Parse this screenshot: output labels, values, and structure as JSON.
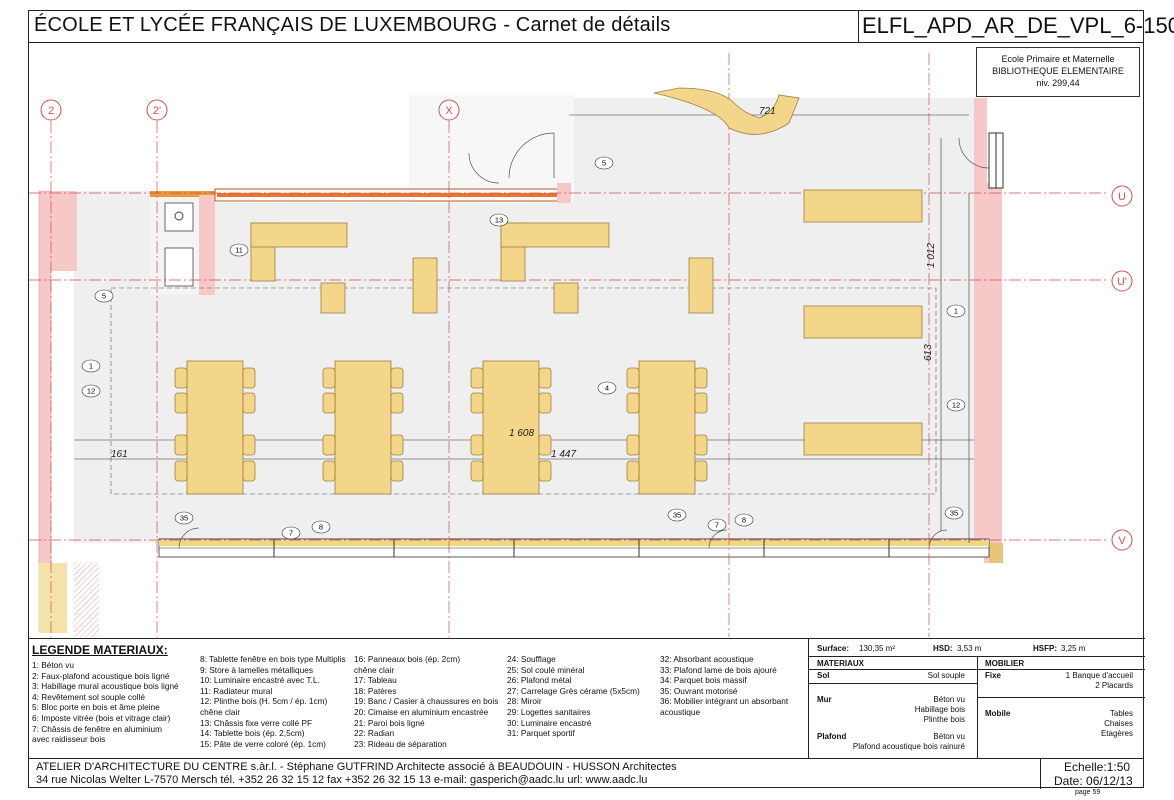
{
  "header": {
    "title": "ÉCOLE ET LYCÉE FRANÇAIS DE LUXEMBOURG - Carnet de détails",
    "code": "ELFL_APD_AR_DE_VPL_6-150"
  },
  "room": {
    "line1": "Ecole Primaire et Maternelle",
    "line2": "BIBLIOTHEQUE ELEMENTAIRE",
    "line3": "niv. 299,44"
  },
  "grid_labels": {
    "g2": "2",
    "g2p": "2'",
    "gx": "X",
    "gu": "U",
    "gup": "U'",
    "gv": "V"
  },
  "dimensions": {
    "d721": "721",
    "d1012": "1 012",
    "d613": "613",
    "d1608": "1 608",
    "d161": "161",
    "d1447": "1 447"
  },
  "tags": {
    "t5a": "5",
    "t13": "13",
    "t11": "11",
    "t5b": "5",
    "t1a": "1",
    "t12a": "12",
    "t4": "4",
    "t1b": "1",
    "t12b": "12",
    "t35a": "35",
    "t7a": "7",
    "t8a": "8",
    "t35b": "35",
    "t7b": "7",
    "t8b": "8",
    "t35c": "35"
  },
  "legend": {
    "title": "LEGENDE MATERIAUX:",
    "col1": [
      "1:  Béton vu",
      "2:  Faux-plafond acoustique bois ligné",
      "3:  Habillage mural acoustique bois ligné",
      "4:  Revêtement sol souple collé",
      "5:  Bloc porte en bois et âme pleine",
      "6:  Imposte vitrée (bois et vitrage clair)",
      "7:  Châssis de fenêtre en aluminium",
      "      avec raidisseur bois"
    ],
    "col2": [
      "8:  Tablette fenêtre en bois type Multiplis",
      "9:  Store à lamelles métalliques",
      "10:  Luminaire encastré avec T.L.",
      "11:  Radiateur mural",
      "12:  Plinthe bois  (H. 5cm / ép. 1cm)",
      "       chêne clair",
      "13:  Châssis fixe verre collé PF",
      "14:  Tablette bois (ép. 2,5cm)",
      "15:  Pâte de verre coloré (ép. 1cm)"
    ],
    "col3": [
      "16:  Panneaux bois (ép. 2cm)",
      "        chêne clair",
      "17:  Tableau",
      "18:  Patères",
      "19:  Banc / Casier à chaussures en bois",
      "20:  Cimaise en aluminium encastrée",
      "21:  Paroi bois ligné",
      "22:  Radian",
      "23:  Rideau de séparation"
    ],
    "col4": [
      "24:  Soufflage",
      "25:  Sol coulé minéral",
      "26:  Plafond métal",
      "27:  Carrelage Grès cérame (5x5cm)",
      "28:  Miroir",
      "29:  Logettes sanitaires",
      "30:  Luminaire encastré",
      "31:  Parquet sportif"
    ],
    "col5": [
      "32:  Absorbant acoustique",
      "33:  Plafond lame de bois ajouré",
      "34:  Parquet bois massif",
      "35:  Ouvrant motorisé",
      "36:  Mobilier intégrant un absorbant",
      "        acoustique"
    ]
  },
  "info": {
    "surface_label": "Surface:",
    "surface_value": "130,35 m²",
    "hsd_label": "HSD:",
    "hsd_value": "3,53 m",
    "hsfp_label": "HSFP:",
    "hsfp_value": "3,25 m",
    "materiaux": "MATERIAUX",
    "mobilier": "MOBILIER",
    "sol_label": "Sol",
    "sol_value": "Sol souple",
    "mur_label": "Mur",
    "mur_values": [
      "Béton vu",
      "Habillage bois",
      "Plinthe bois"
    ],
    "plafond_label": "Plafond",
    "plafond_values": [
      "Béton vu",
      "Plafond acoustique bois rainuré"
    ],
    "fixe_label": "Fixe",
    "fixe_values": [
      "1 Banque d'accueil",
      "2 Placards"
    ],
    "mobile_label": "Mobile",
    "mobile_values": [
      "Tables",
      "Chaises",
      "Etagères"
    ]
  },
  "footer": {
    "line1": "ATELIER D'ARCHITECTURE DU CENTRE s.àr.l. - Stéphane GUTFRIND Architecte associé à BEAUDOUIN - HUSSON Architectes",
    "line2": "34 rue Nicolas Welter   L-7570 Mersch   tél. +352 26 32 15 12   fax +352 26 32 15 13   e-mail: gasperich@aadc.lu   url: www.aadc.lu",
    "scale": "Echelle:1:50",
    "date": "Date: 06/12/13",
    "page": "page 59"
  }
}
